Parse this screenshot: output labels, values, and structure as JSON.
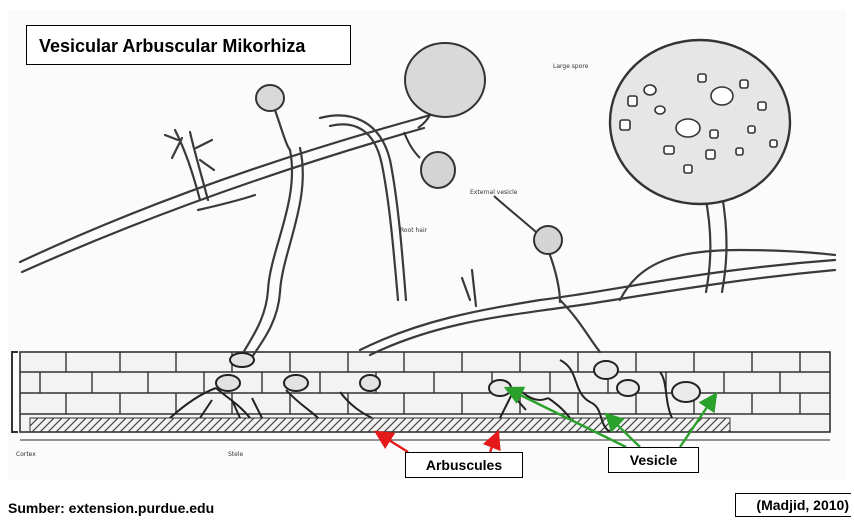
{
  "title": "Vesicular Arbuscular Mikorhiza",
  "labels": {
    "arbuscules": "Arbuscules",
    "vesicle": "Vesicle"
  },
  "sketch_labels": {
    "large_spore": "Large spore",
    "external_vesicle": "External vesicle",
    "root_hair": "Root hair",
    "cortex": "Cortex",
    "stele": "Stele"
  },
  "source": "Sumber: extension.purdue.edu",
  "citation": "(Madjid, 2010)",
  "colors": {
    "arbuscules_arrow": "#e41a1a",
    "vesicle_arrow": "#2aa12a",
    "ink": "#222222",
    "paper": "#ffffff"
  }
}
